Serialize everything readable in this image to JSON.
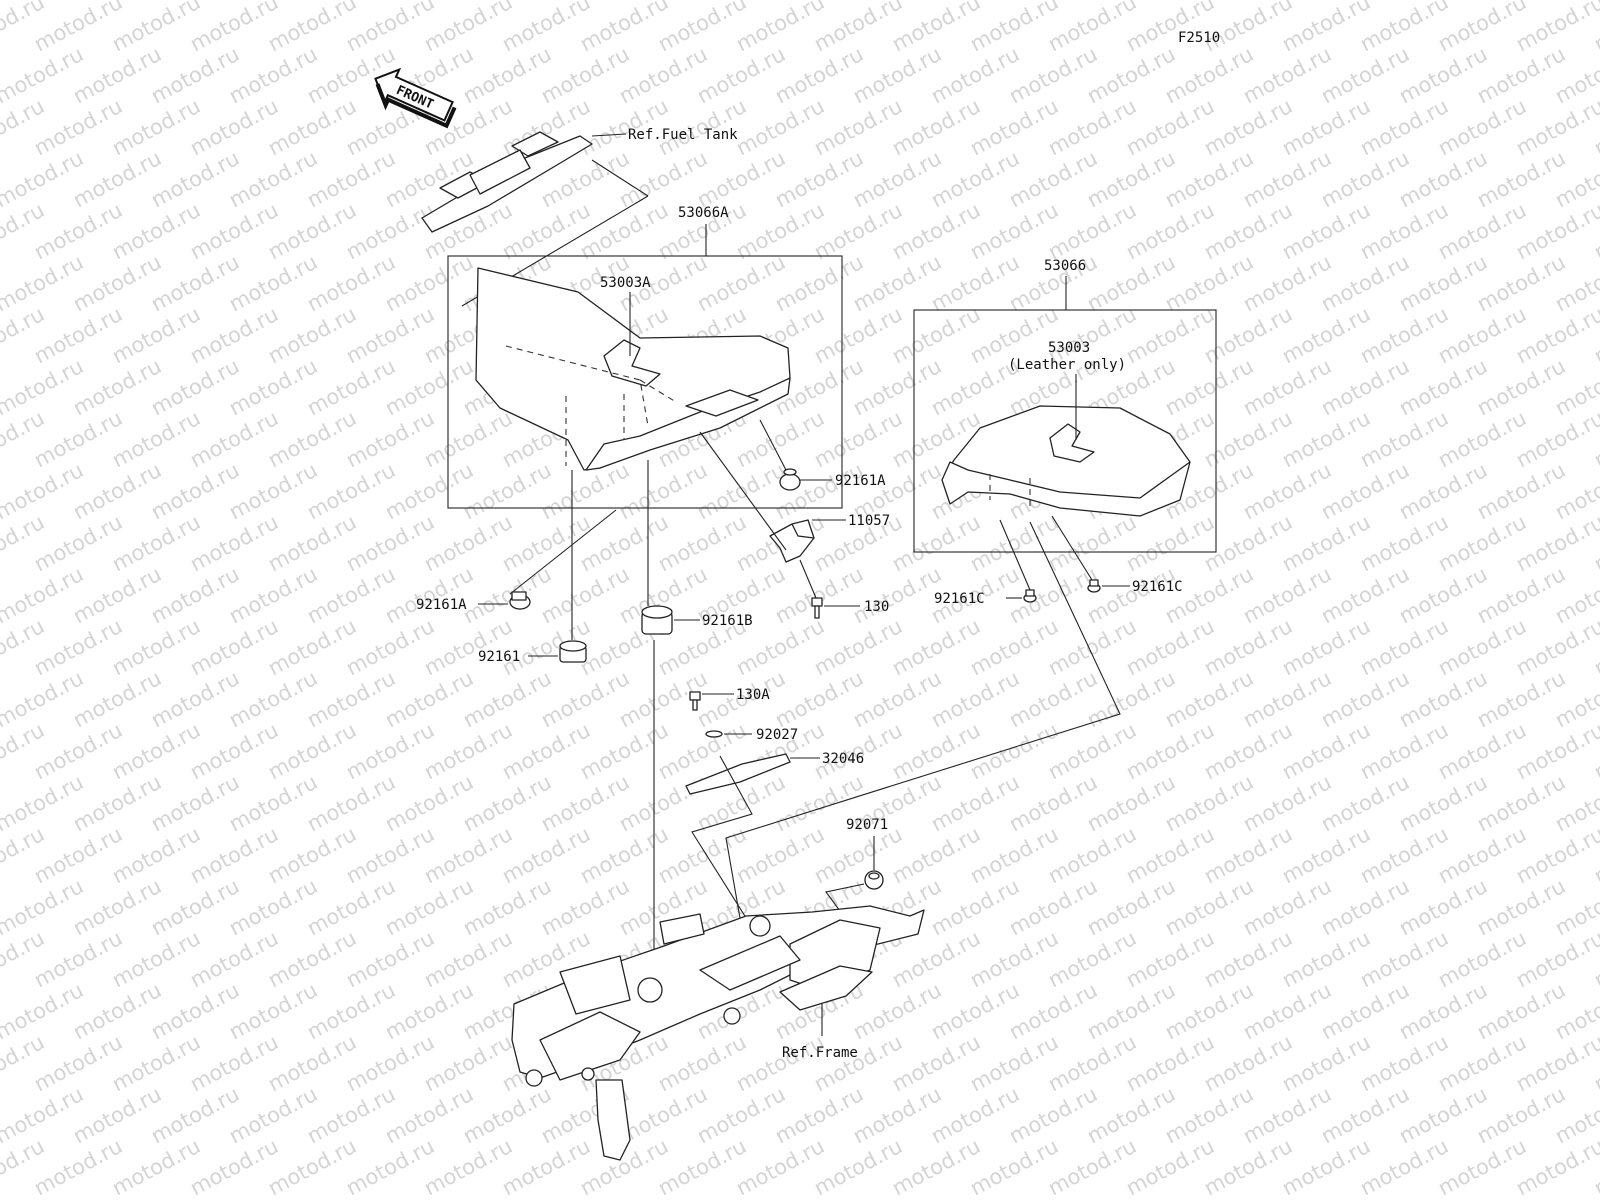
{
  "figure_code": "F2510",
  "watermark": "motod.ru",
  "front_arrow": {
    "text": "FRONT",
    "icon": "front-arrow-icon"
  },
  "labels": {
    "ref_fuel_tank": "Ref.Fuel Tank",
    "p53066A": "53066A",
    "p53003A": "53003A",
    "p53066": "53066",
    "p53003": "53003",
    "leather_only": "(Leather only)",
    "p92161A_right": "92161A",
    "p11057": "11057",
    "p92161C_left": "92161C",
    "p92161C_right": "92161C",
    "p92161A_left": "92161A",
    "p130": "130",
    "p92161B": "92161B",
    "p92161": "92161",
    "p130A": "130A",
    "p92027": "92027",
    "p32046": "32046",
    "p92071": "92071",
    "ref_frame": "Ref.Frame"
  }
}
